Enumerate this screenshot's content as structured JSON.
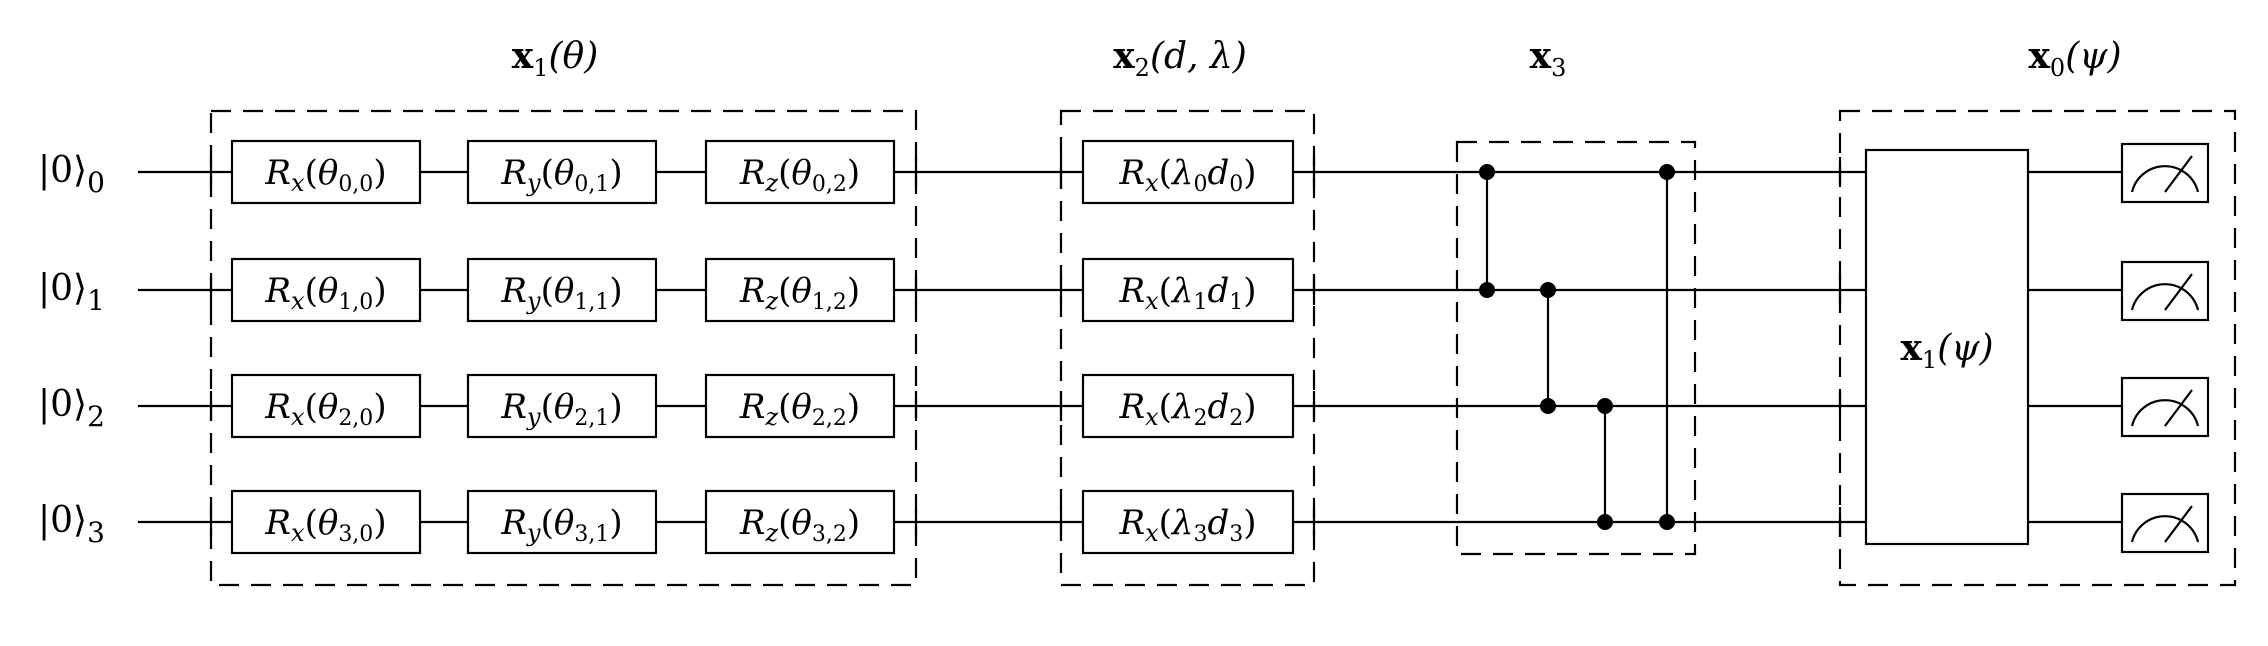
{
  "qubits": [
    {
      "ket": "|0⟩",
      "index": "0"
    },
    {
      "ket": "|0⟩",
      "index": "1"
    },
    {
      "ket": "|0⟩",
      "index": "2"
    },
    {
      "ket": "|0⟩",
      "index": "3"
    }
  ],
  "blocks": [
    {
      "bold": "x",
      "sub": "1",
      "arg": "(θ)"
    },
    {
      "bold": "x",
      "sub": "2",
      "arg": "(d, λ)"
    },
    {
      "bold": "x",
      "sub": "3",
      "arg": ""
    },
    {
      "bold": "x",
      "sub": "0",
      "arg": "(ψ)"
    }
  ],
  "rotation_gates": [
    [
      {
        "axis": "x",
        "sym": "θ",
        "idx": "0,0"
      },
      {
        "axis": "y",
        "sym": "θ",
        "idx": "0,1"
      },
      {
        "axis": "z",
        "sym": "θ",
        "idx": "0,2"
      }
    ],
    [
      {
        "axis": "x",
        "sym": "θ",
        "idx": "1,0"
      },
      {
        "axis": "y",
        "sym": "θ",
        "idx": "1,1"
      },
      {
        "axis": "z",
        "sym": "θ",
        "idx": "1,2"
      }
    ],
    [
      {
        "axis": "x",
        "sym": "θ",
        "idx": "2,0"
      },
      {
        "axis": "y",
        "sym": "θ",
        "idx": "2,1"
      },
      {
        "axis": "z",
        "sym": "θ",
        "idx": "2,2"
      }
    ],
    [
      {
        "axis": "x",
        "sym": "θ",
        "idx": "3,0"
      },
      {
        "axis": "y",
        "sym": "θ",
        "idx": "3,1"
      },
      {
        "axis": "z",
        "sym": "θ",
        "idx": "3,2"
      }
    ]
  ],
  "encoding_gates": [
    {
      "axis": "x",
      "lam": "λ",
      "lam_idx": "0",
      "d": "d",
      "d_idx": "0"
    },
    {
      "axis": "x",
      "lam": "λ",
      "lam_idx": "1",
      "d": "d",
      "d_idx": "1"
    },
    {
      "axis": "x",
      "lam": "λ",
      "lam_idx": "2",
      "d": "d",
      "d_idx": "2"
    },
    {
      "axis": "x",
      "lam": "λ",
      "lam_idx": "3",
      "d": "d",
      "d_idx": "3"
    }
  ],
  "entangler": {
    "cz_pairs": [
      [
        0,
        1
      ],
      [
        1,
        2
      ],
      [
        2,
        3
      ],
      [
        0,
        3
      ]
    ]
  },
  "output_block": {
    "bold": "x",
    "sub": "1",
    "arg": "(ψ)"
  },
  "measurement_icon": "meter-icon"
}
